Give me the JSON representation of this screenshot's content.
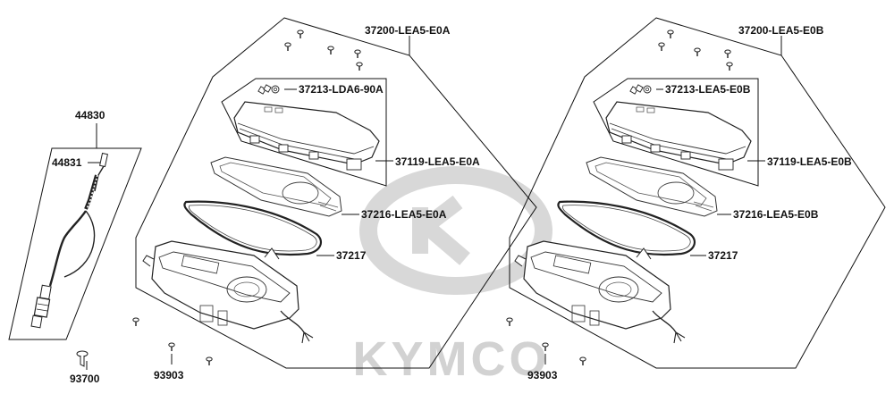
{
  "watermark": {
    "logo_text": "KYMCO",
    "color": "#d2d2d2"
  },
  "colors": {
    "ink": "#111111",
    "background": "#ffffff"
  },
  "cable_assembly": {
    "label_assembly": "44830",
    "label_cable": "44831",
    "label_screw": "93700"
  },
  "meter_left": {
    "label_assembly": "37200-LEA5-E0A",
    "label_screw_set": "37213-LDA6-90A",
    "label_cover": "37119-LEA5-E0A",
    "label_panel": "37216-LEA5-E0A",
    "label_gasket": "37217",
    "label_bottom_screw": "93903"
  },
  "meter_right": {
    "label_assembly": "37200-LEA5-E0B",
    "label_screw_set": "37213-LEA5-E0B",
    "label_cover": "37119-LEA5-E0B",
    "label_panel": "37216-LEA5-E0B",
    "label_gasket": "37217",
    "label_bottom_screw": "93903"
  }
}
